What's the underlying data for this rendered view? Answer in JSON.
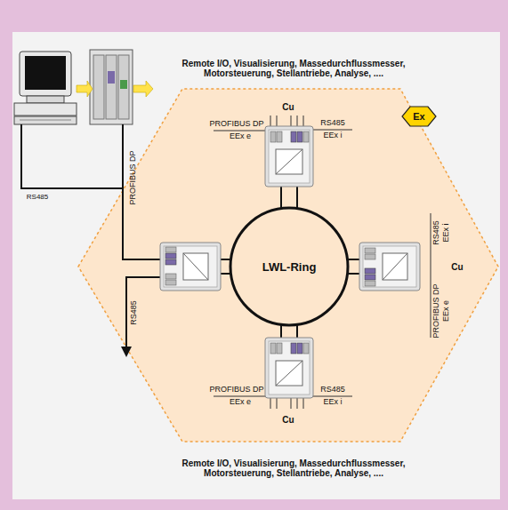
{
  "diagram": {
    "nodes": [
      {
        "text": [
          "LWL-Ring"
        ]
      }
    ],
    "labels": [
      "Remote I/O, Visualisierung, Massedurchflussmesser, Motorsteuerung, Stellantriebe, Analyse, ....",
      "RS485",
      "PROFIBUS DP",
      "RS485",
      "Ex",
      "Cu",
      "PROFIBUS DP",
      "EEx e",
      "RS485",
      "EEx i",
      "RS485",
      "EEx i",
      "Cu",
      "PROFIBUS DP",
      "EEx e",
      "PROFIBUS DP",
      "EEx e",
      "RS485",
      "EEx i",
      "Cu",
      "Remote I/O, Visualisierung, Massedurchflussmesser, Motorsteuerung, Stellantriebe, Analyse, ...."
    ]
  }
}
